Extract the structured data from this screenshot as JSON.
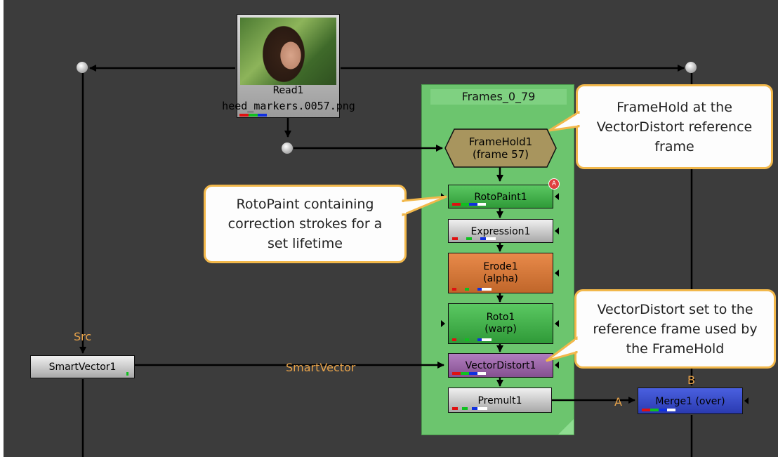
{
  "nodes": {
    "read": {
      "name": "Read1",
      "file": "heed_markers.0057.png"
    },
    "backdrop_title": "Frames_0_79",
    "framehold": {
      "name": "FrameHold1",
      "detail": "(frame 57)"
    },
    "rotopaint": {
      "name": "RotoPaint1",
      "badge": "A"
    },
    "expression": {
      "name": "Expression1"
    },
    "erode": {
      "name": "Erode1",
      "detail": "(alpha)"
    },
    "roto": {
      "name": "Roto1",
      "detail": "(warp)"
    },
    "vectordistort": {
      "name": "VectorDistort1"
    },
    "premult": {
      "name": "Premult1"
    },
    "smartvector": {
      "name": "SmartVector1"
    },
    "merge": {
      "name": "Merge1 (over)"
    }
  },
  "pipe_labels": {
    "src": "Src",
    "smartvector": "SmartVector",
    "a": "A",
    "b": "B"
  },
  "callouts": {
    "framehold": "FrameHold at the VectorDistort reference frame",
    "rotopaint": "RotoPaint containing correction strokes for a set lifetime",
    "vectordistort": "VectorDistort set to the reference frame used by the FrameHold"
  },
  "colors": {
    "canvas": "#3c3c3c",
    "backdrop": "#6cc56e",
    "callout_border": "#f2b84b",
    "pipe_label": "#e8a34a",
    "framehold_node": "#a8955e",
    "rotopaint_node": "#3fae48",
    "erode_node": "#d97a3a",
    "vectordistort_node": "#9a62a8",
    "merge_node": "#3b4fc8"
  }
}
